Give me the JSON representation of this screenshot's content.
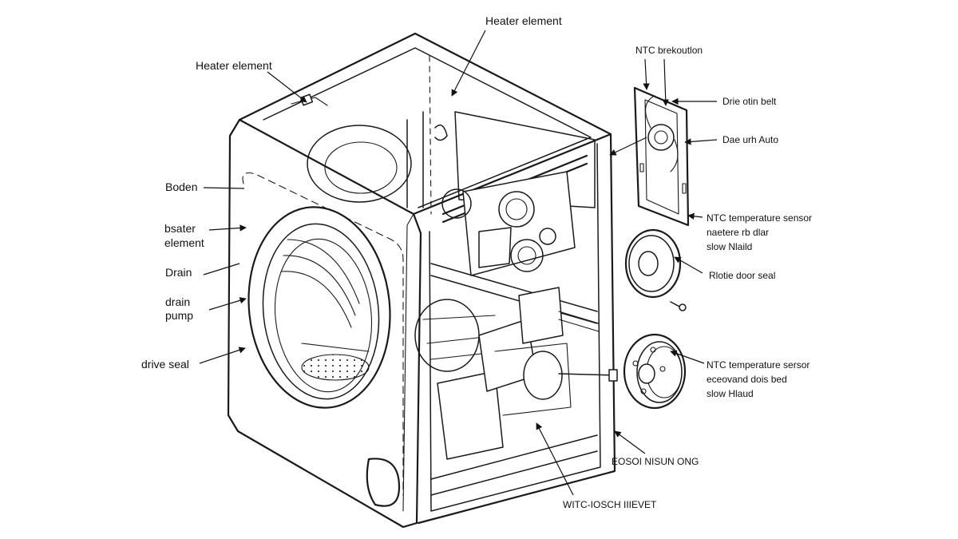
{
  "labels": {
    "heater_top": "Heater element",
    "heater_left": "Heater element",
    "boden": "Boden",
    "heater2_line1": "bsater",
    "heater2_line2": "element",
    "drain": "Drain",
    "drain_pump_line1": "drain",
    "drain_pump_line2": "pump",
    "drive_seal": "drive seal",
    "ntc_breakout": "NTC brekoutlon",
    "drive_belt": "Drie otin belt",
    "door_auto": "Dae urh Auto",
    "ntc1_line1": "NTC temperature sensor",
    "ntc1_line2": "naetere rb dlar",
    "ntc1_line3": "slow Nlaild",
    "door_seal": "Rlotie door seal",
    "ntc2_line1": "NTC temperature sersor",
    "ntc2_line2": "eceovand dois bed",
    "ntc2_line3": "slow Hlaud",
    "bottom_right": "EOSOI NISUN ONG",
    "bottom_center": "WITC-IOSCH IIIEVET"
  },
  "colors": {
    "line": "#1a1a1a",
    "background": "#ffffff"
  }
}
